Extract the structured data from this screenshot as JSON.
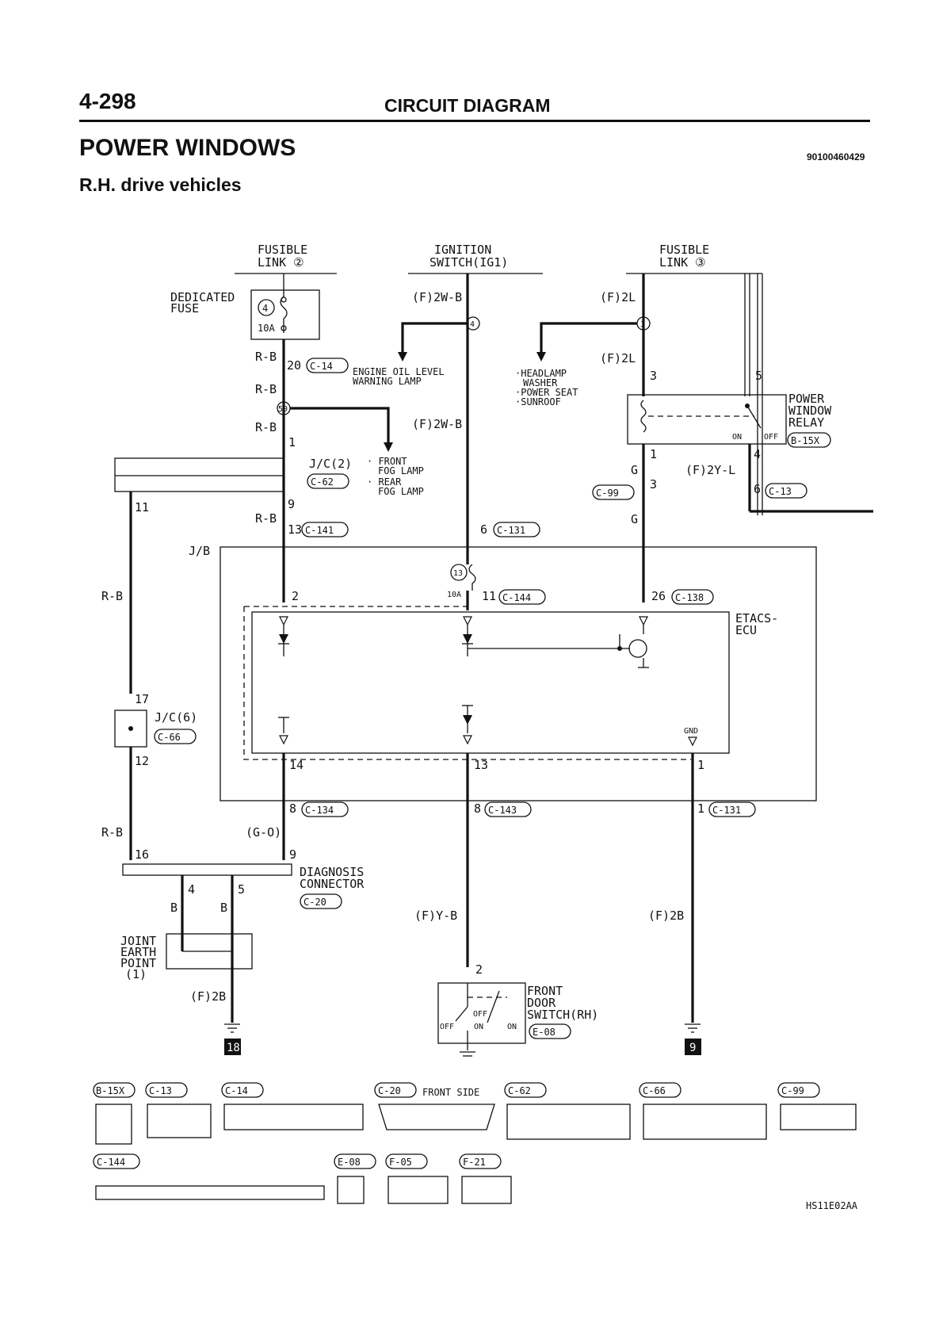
{
  "header": {
    "page_number": "4-298",
    "section": "CIRCUIT DIAGRAM",
    "title": "POWER WINDOWS",
    "doc_code": "90100460429",
    "subtitle": "R.H. drive vehicles"
  },
  "footer": {
    "figure_code": "HS11E02AA"
  },
  "power_sources": {
    "fusible_link_2": [
      "FUSIBLE",
      "LINK ②"
    ],
    "ignition_switch": [
      "IGNITION",
      "SWITCH(IG1)"
    ],
    "fusible_link_3": [
      "FUSIBLE",
      "LINK ③"
    ]
  },
  "dedicated_fuse": {
    "label": [
      "DEDICATED",
      "FUSE"
    ],
    "number": "4",
    "rating": "10A"
  },
  "splices": {
    "s4": "4",
    "s3": "3",
    "s50": "50",
    "s13": "13"
  },
  "branches": {
    "engine_oil": [
      "ENGINE OIL LEVEL",
      "WARNING LAMP"
    ],
    "fog_lamps": [
      "· FRONT",
      "FOG LAMP",
      "· REAR",
      "FOG LAMP"
    ],
    "headlamp": [
      "·HEADLAMP",
      "WASHER",
      "·POWER SEAT",
      "·SUNROOF"
    ]
  },
  "wires": {
    "rb": "R-B",
    "f2wb": "(F)2W-B",
    "f2l": "(F)2L",
    "g": "G",
    "f2yl": "(F)2Y-L",
    "go": "(G-O)",
    "b": "B",
    "f2b": "(F)2B",
    "fyb": "(F)Y-B"
  },
  "connectors": {
    "c14": "C-14",
    "c62": "C-62",
    "c141": "C-141",
    "c131": "C-131",
    "c144": "C-144",
    "c138": "C-138",
    "c99": "C-99",
    "c13": "C-13",
    "b15x": "B-15X",
    "c66": "C-66",
    "c134": "C-134",
    "c143": "C-143",
    "c20": "C-20",
    "e08": "E-08",
    "f05": "F-05",
    "f21": "F-21"
  },
  "pins": {
    "p20": "20",
    "p1": "1",
    "p9": "9",
    "p13": "13",
    "p6": "6",
    "p11": "11",
    "p2": "2",
    "p26": "26",
    "p3": "3",
    "p5": "5",
    "p4": "4",
    "p14": "14",
    "p8": "8",
    "p17": "17",
    "p12": "12",
    "p16": "16"
  },
  "components": {
    "jc2": "J/C(2)",
    "jc6": "J/C(6)",
    "jb": "J/B",
    "etacs": [
      "ETACS-",
      "ECU"
    ],
    "relay": [
      "POWER",
      "WINDOW",
      "RELAY"
    ],
    "relay_on": "ON",
    "relay_off": "OFF",
    "diagnosis": [
      "DIAGNOSIS",
      "CONNECTOR"
    ],
    "joint_earth": [
      "JOINT",
      "EARTH",
      "POINT",
      "(1)"
    ],
    "door_switch": [
      "FRONT",
      "DOOR",
      "SWITCH(RH)"
    ],
    "gnd": "GND",
    "jb_fuse_no": "13",
    "jb_fuse_rating": "10A",
    "switch_on": "ON",
    "switch_off": "OFF"
  },
  "earth_refs": {
    "left": "18",
    "right": "9"
  },
  "connector_keys": {
    "front_side": "FRONT SIDE"
  }
}
